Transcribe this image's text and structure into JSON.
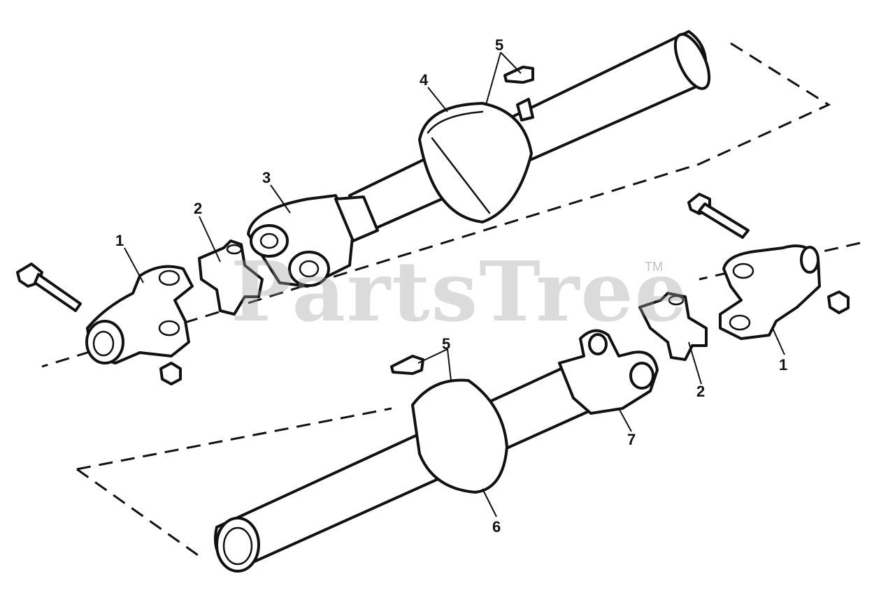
{
  "watermark": {
    "brand": "PartsTree",
    "trademark": "TM"
  },
  "callouts": [
    {
      "id": "c1a",
      "label": "1"
    },
    {
      "id": "c2a",
      "label": "2"
    },
    {
      "id": "c3",
      "label": "3"
    },
    {
      "id": "c4",
      "label": "4"
    },
    {
      "id": "c5a",
      "label": "5"
    },
    {
      "id": "c1b",
      "label": "1"
    },
    {
      "id": "c2b",
      "label": "2"
    },
    {
      "id": "c5b",
      "label": "5"
    },
    {
      "id": "c6",
      "label": "6"
    },
    {
      "id": "c7",
      "label": "7"
    }
  ],
  "colors": {
    "ink": "#111111",
    "paper": "#ffffff",
    "watermark": "#a0a0a0"
  }
}
